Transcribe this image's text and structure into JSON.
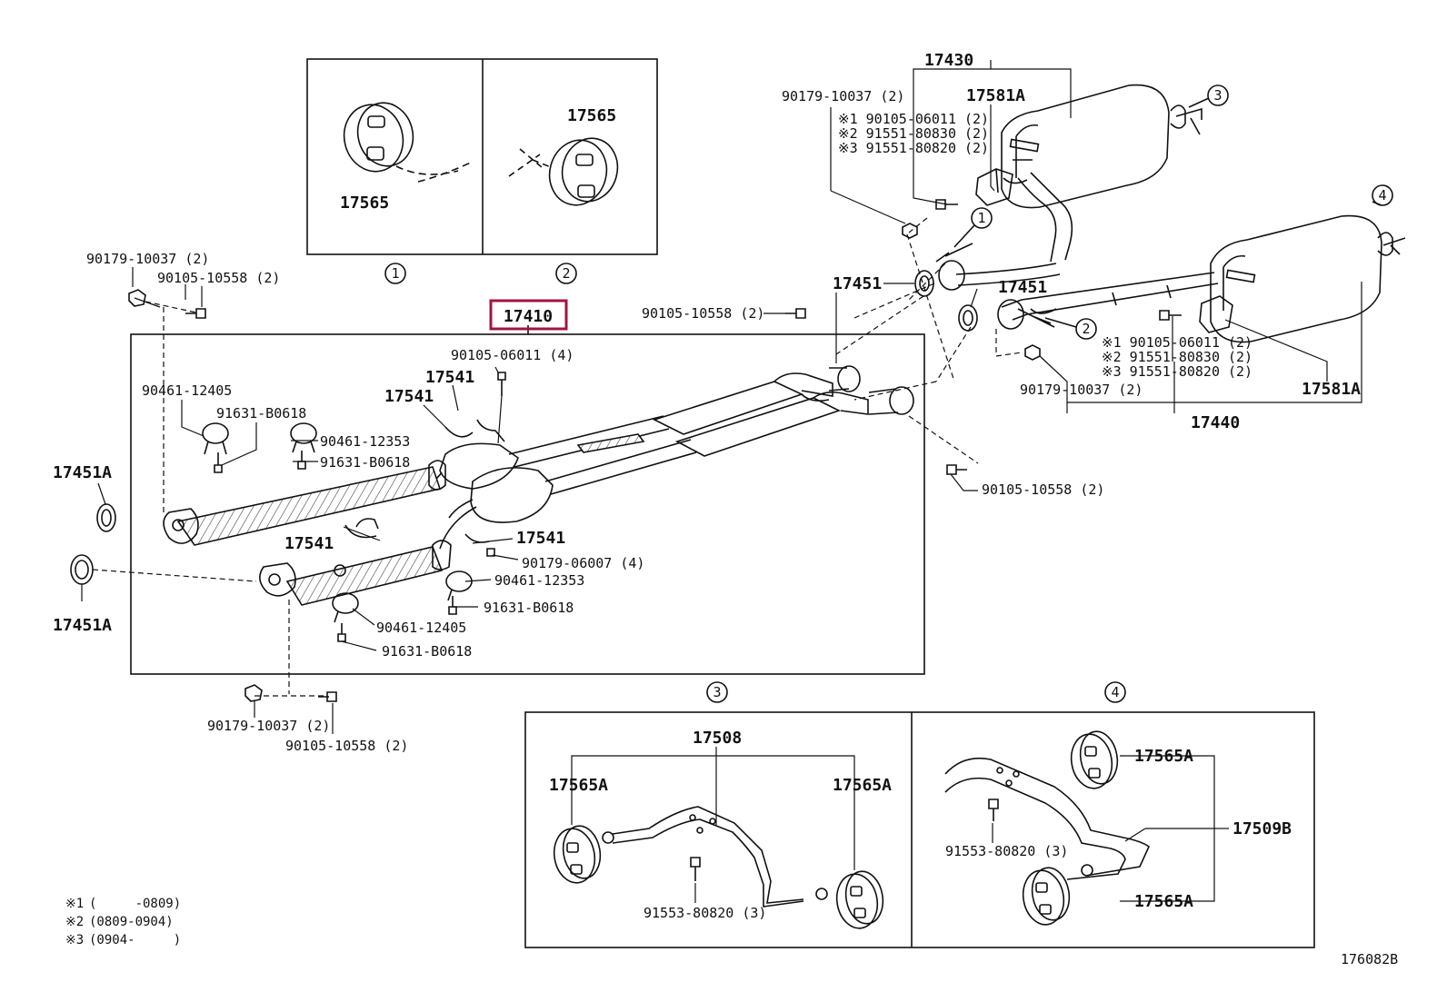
{
  "diagram_id": "176082B",
  "main_assembly": "17410",
  "highlight_color": "#a0153e",
  "insets": {
    "1": {
      "marker": "1",
      "part": "17565"
    },
    "2": {
      "marker": "2",
      "part": "17565"
    },
    "3": {
      "marker": "3",
      "assembly": "17508",
      "mount_left": "17565A",
      "mount_right": "17565A",
      "bolt": "91553-80820 (3)"
    },
    "4": {
      "marker": "4",
      "assembly": "17509B",
      "mount_top": "17565A",
      "mount_bottom": "17565A",
      "bolt": "91553-80820 (3)"
    }
  },
  "labels": {
    "l_90179_10037_tl": "90179-10037 (2)",
    "l_90105_10558_tl": "90105-10558 (2)",
    "l_90461_12405_a": "90461-12405",
    "l_91631_B0618_a": "91631-B0618",
    "l_17451A_top": "17451A",
    "l_17451A_bot": "17451A",
    "l_90461_12353_a": "90461-12353",
    "l_91631_B0618_b": "91631-B0618",
    "l_17541_a": "17541",
    "l_17541_b": "17541",
    "l_90105_06011_4": "90105-06011 (4)",
    "l_17541_c": "17541",
    "l_17541_d": "17541",
    "l_90179_06007": "90179-06007 (4)",
    "l_90461_12353_b": "90461-12353",
    "l_91631_B0618_c": "91631-B0618",
    "l_90461_12405_b": "90461-12405",
    "l_91631_B0618_d": "91631-B0618",
    "l_90179_10037_bl": "90179-10037 (2)",
    "l_90105_10558_bl": "90105-10558 (2)",
    "l_90105_10558_mid": "90105-10558 (2)",
    "l_17451_a": "17451",
    "l_17451_b": "17451",
    "l_90105_10558_r": "90105-10558 (2)",
    "l_17430": "17430",
    "l_90179_10037_tr": "90179-10037 (2)",
    "l_17581A_top": "17581A",
    "l_top_x1": "※1 90105-06011 (2)",
    "l_top_x2": "※2 91551-80830 (2)",
    "l_top_x3": "※3 91551-80820 (2)",
    "l_bot_x1": "※1 90105-06011 (2)",
    "l_bot_x2": "※2 91551-80830 (2)",
    "l_bot_x3": "※3 91551-80820 (2)",
    "l_90179_10037_br": "90179-10037 (2)",
    "l_17581A_bot": "17581A",
    "l_17440": "17440",
    "m1": "1",
    "m2": "2",
    "m3": "3",
    "m4": "4"
  },
  "notes": [
    {
      "mark": "※1",
      "range": "(     -0809)"
    },
    {
      "mark": "※2",
      "range": "(0809-0904)"
    },
    {
      "mark": "※3",
      "range": "(0904-     )"
    }
  ]
}
